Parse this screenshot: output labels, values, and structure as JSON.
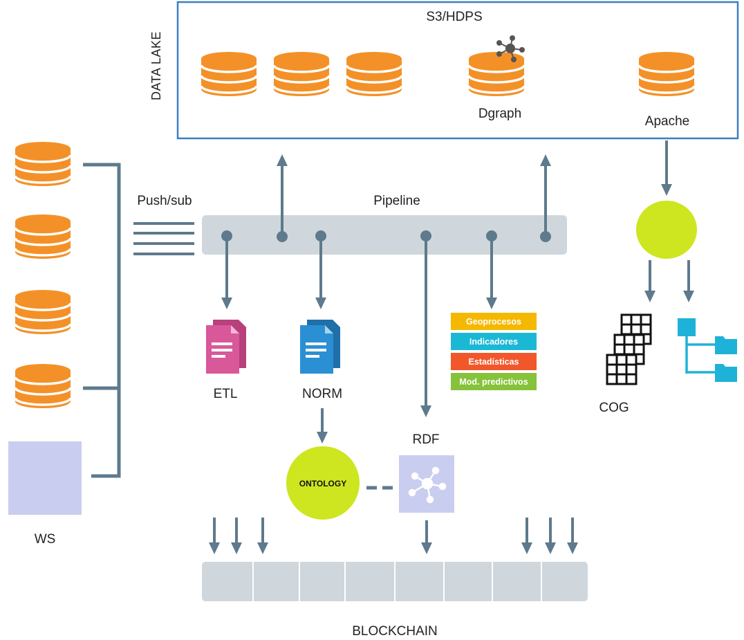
{
  "labels": {
    "s3": "S3/HDPS",
    "data_lake": "DATA LAKE",
    "dgraph": "Dgraph",
    "apache": "Apache",
    "push_sub": "Push/sub",
    "pipeline": "Pipeline",
    "etl": "ETL",
    "norm": "NORM",
    "rdf": "RDF",
    "ontology": "ONTOLOGY",
    "cog": "COG",
    "ws": "WS",
    "blockchain": "BLOCKCHAIN"
  },
  "tags": [
    {
      "label": "Geoprocesos",
      "color": "#f5b800"
    },
    {
      "label": "Indicadores",
      "color": "#1bb8d6"
    },
    {
      "label": "Estadísticas",
      "color": "#f2572b"
    },
    {
      "label": "Mod. predictivos",
      "color": "#86c23a"
    }
  ],
  "colors": {
    "database": "#f39128",
    "connector": "#5e7a8c",
    "pipeline_bar": "#cfd7dc",
    "frame": "#3a7fc1",
    "ontology": "#cde61f",
    "rdf_box": "#c9cdef",
    "ws_box": "#c9cdef",
    "etl_doc": "#d8589a",
    "norm_doc": "#2b8fd3",
    "tree_icon": "#1fb2d8"
  },
  "icons": [
    "database-icon",
    "graph-node-icon",
    "document-icon",
    "grid-cube-icon",
    "tree-hierarchy-icon"
  ]
}
